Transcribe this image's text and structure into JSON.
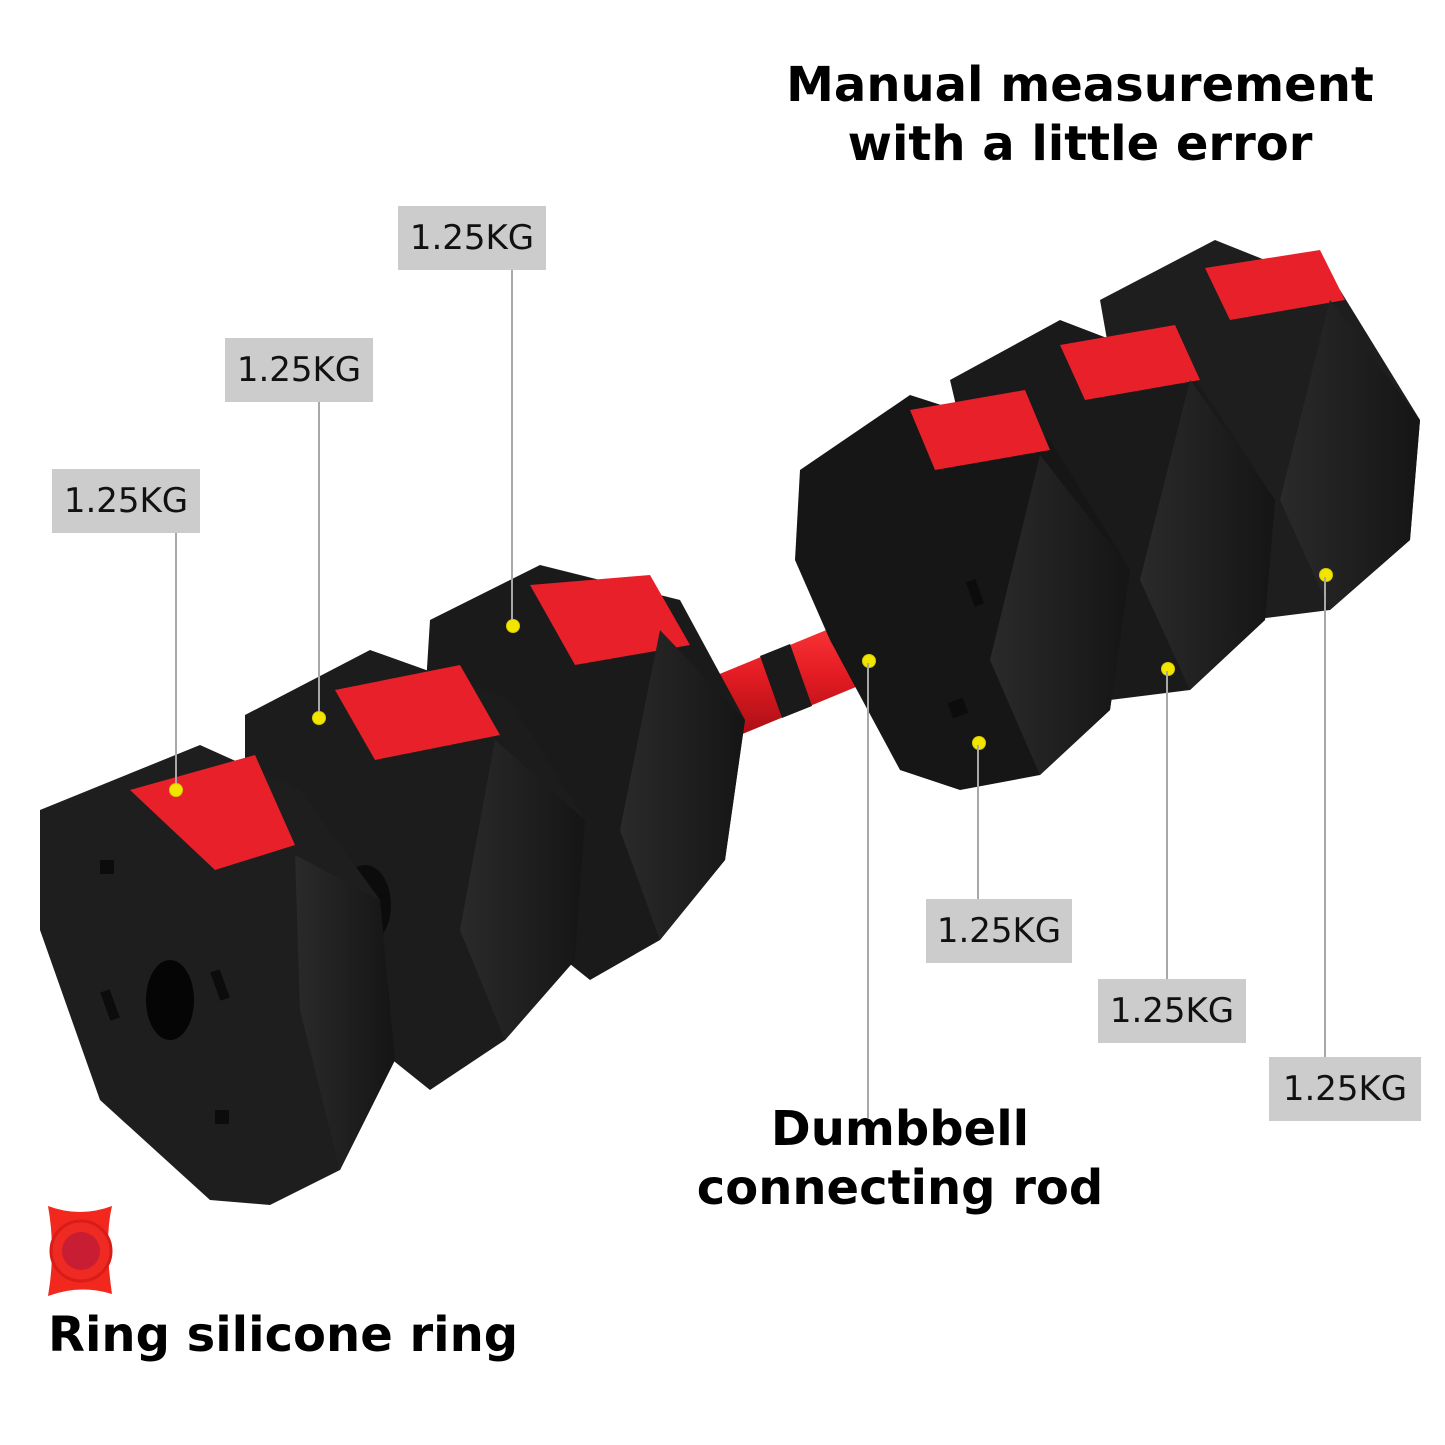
{
  "headline": {
    "line1": "Manual measurement",
    "line2": "with a little error"
  },
  "callouts": {
    "rod_label_line1": "Dumbbell",
    "rod_label_line2": "connecting rod",
    "ring_label": "Ring silicone ring"
  },
  "weight_tags": [
    {
      "label": "1.25KG",
      "position": "left-front"
    },
    {
      "label": "1.25KG",
      "position": "left-middle"
    },
    {
      "label": "1.25KG",
      "position": "left-inner"
    },
    {
      "label": "1.25KG",
      "position": "right-inner"
    },
    {
      "label": "1.25KG",
      "position": "right-middle"
    },
    {
      "label": "1.25KG",
      "position": "right-outer"
    }
  ],
  "colors": {
    "plate_black": "#1c1c1c",
    "plate_red": "#e8202a",
    "rod_red": "#e31b23",
    "tag_gray": "#cccccc",
    "marker_yellow": "#f2e600",
    "leader_gray": "#a8a8a8",
    "ring_red": "#f2281f"
  }
}
